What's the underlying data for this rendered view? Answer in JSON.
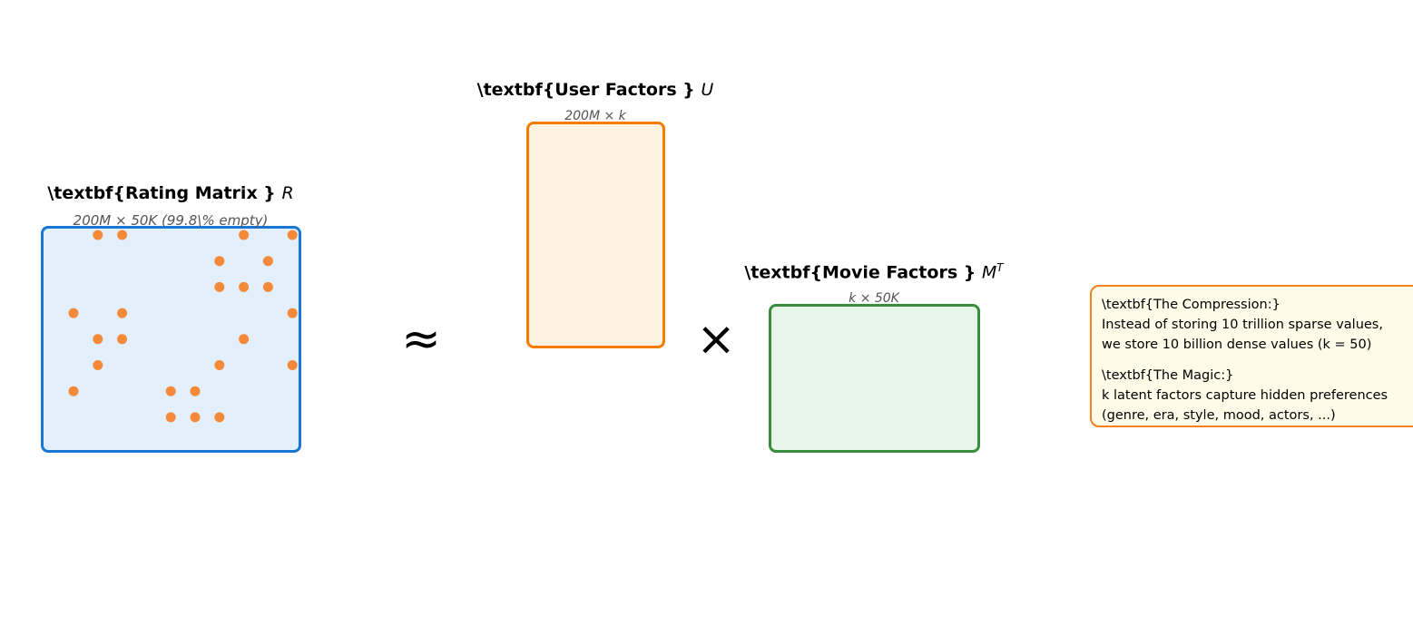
{
  "rating_matrix": {
    "title": "\\textbf{Rating Matrix }",
    "symbol": "R",
    "dims": "200M × 50K (99.8\\% empty)",
    "border_color": "#1976d2",
    "fill_color": "#e3f0fb",
    "dot_color": "#f5893a"
  },
  "approx_symbol": "≈",
  "user_factors": {
    "title": "\\textbf{User Factors }",
    "symbol": "U",
    "dims": "200M × k",
    "border_color": "#f57c00",
    "fill_color": "#fef2e0"
  },
  "times_symbol": "×",
  "movie_factors": {
    "title": "\\textbf{Movie Factors }",
    "symbol": "M",
    "superscript": "T",
    "dims": "k × 50K",
    "border_color": "#388e3c",
    "fill_color": "#e8f5e9"
  },
  "note": {
    "heading1": "\\textbf{The Compression:}",
    "line1": "Instead of storing 10 trillion sparse values,",
    "line2": "we store 10 billion dense values (k = 50)",
    "heading2": "\\textbf{The Magic:}",
    "line3": "k latent factors capture hidden preferences",
    "line4": "(genre, era, style, mood, actors, ...)",
    "border_color": "#f5811f",
    "fill_color": "#fefce8"
  }
}
